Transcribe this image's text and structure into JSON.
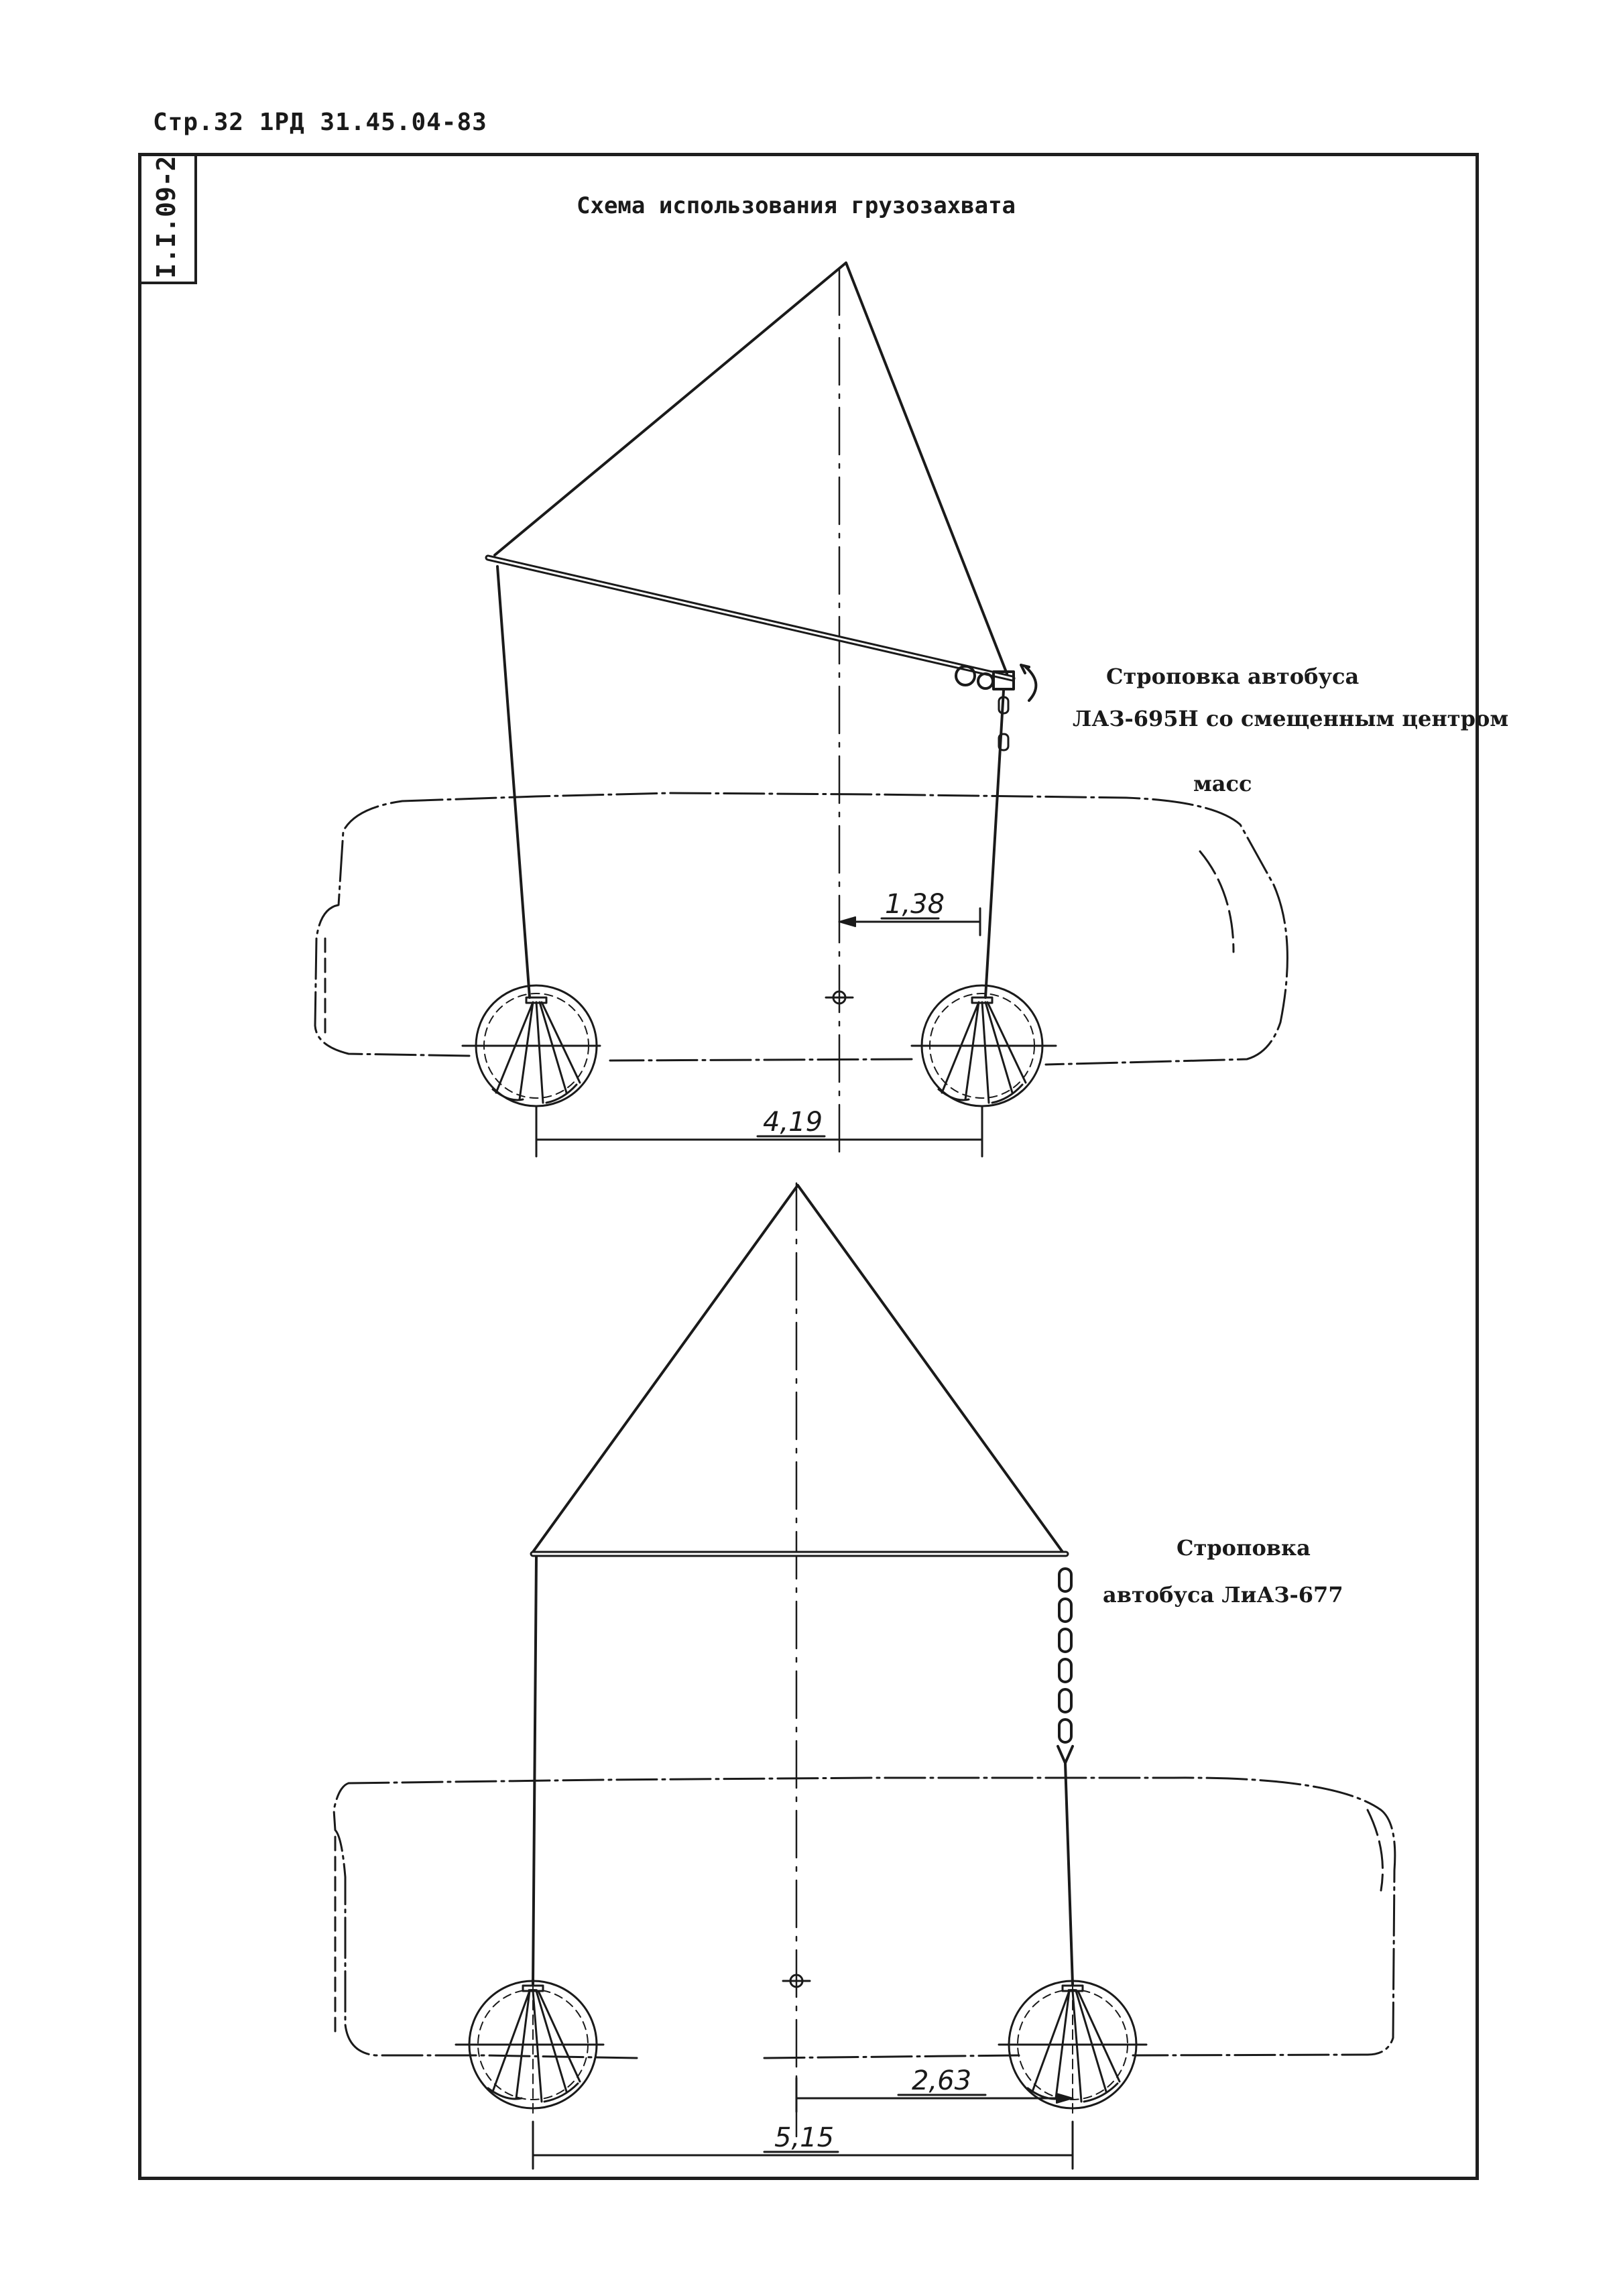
{
  "header": {
    "page_ref": "Стр.32 1РД 31.45.04-83"
  },
  "sheet_code": "I.I.09-2",
  "title": "Схема использования грузозахвата",
  "diagram_1": {
    "caption_lines": [
      "Строповка автобуса",
      "ЛАЗ-695Н со смещенным центром",
      "масс"
    ],
    "dim_offset": "1,38",
    "dim_wheelbase": "4,19"
  },
  "diagram_2": {
    "caption_lines": [
      "Строповка",
      "автобуса ЛиАЗ-677"
    ],
    "dim_offset": "2,63",
    "dim_wheelbase": "5,15"
  },
  "colors": {
    "ink": "#1a1a1a",
    "paper": "#ffffff"
  }
}
